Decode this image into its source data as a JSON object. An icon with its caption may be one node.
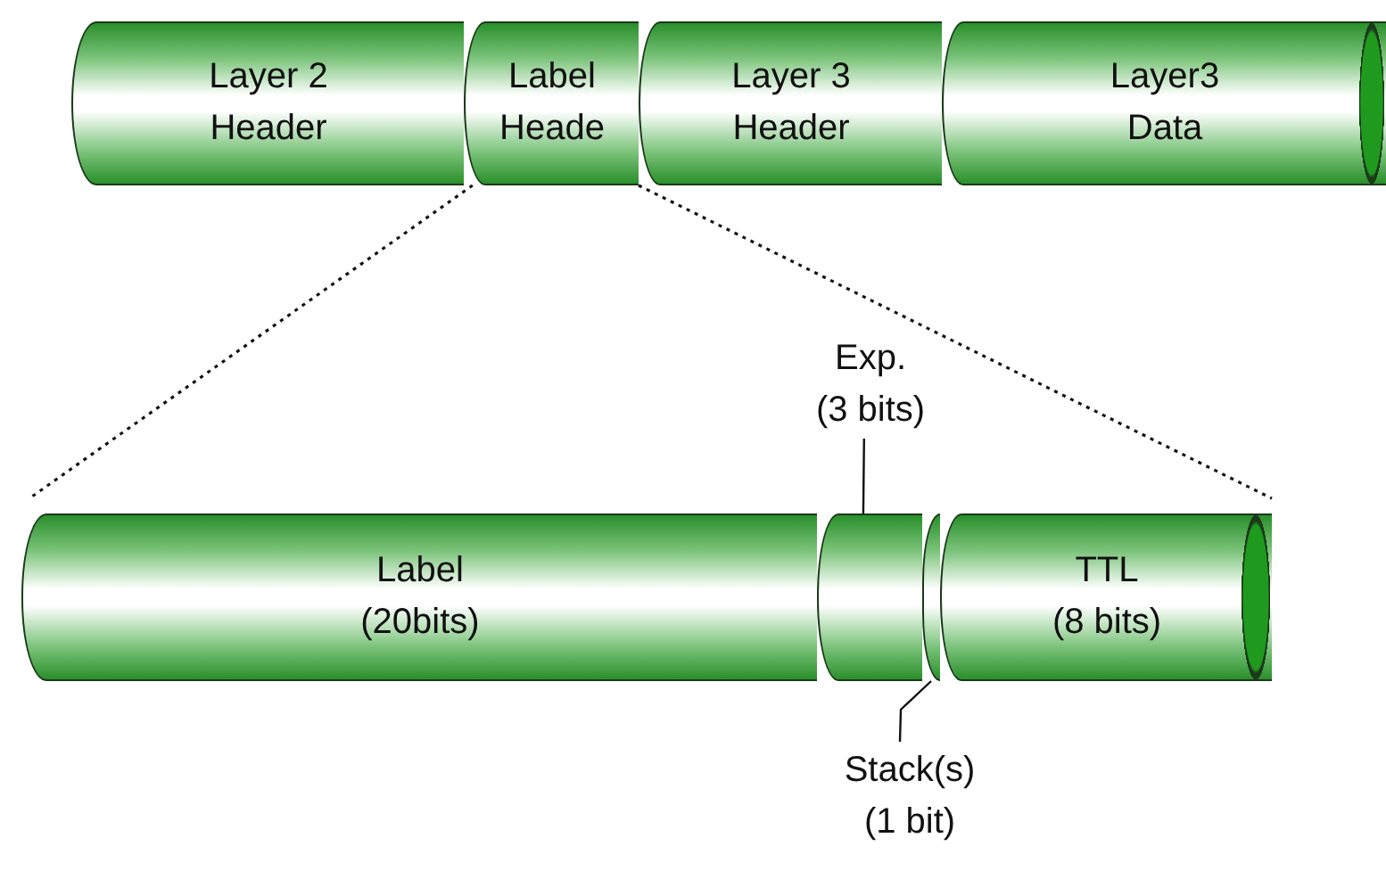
{
  "diagram": {
    "nodes": [
      {
        "text": [
          "Layer 2 Header"
        ]
      },
      {
        "text": [
          "Label Heade"
        ]
      },
      {
        "text": [
          "Layer 3 Header"
        ]
      },
      {
        "text": [
          "Layer3 Data"
        ]
      },
      {
        "text": [
          "Label (20bits)"
        ]
      },
      {
        "text": [],
        "shape": "box"
      },
      {
        "text": [],
        "shape": "box"
      },
      {
        "text": [
          "TTL",
          "(8 bits)"
        ]
      },
      {
        "text": [
          "Exp.",
          "(3 bits)"
        ]
      },
      {
        "text": [
          "Stack(s) (1 bit)"
        ]
      }
    ],
    "edges": [
      {
        "from": 1,
        "to": 4,
        "arrow": "none",
        "style": "dashed"
      },
      {
        "from": 1,
        "to": 7,
        "arrow": "none",
        "style": "dashed"
      },
      {
        "from": 8,
        "to": 5,
        "arrow": "none"
      },
      {
        "from": 9,
        "to": 6,
        "arrow": "none"
      }
    ]
  }
}
